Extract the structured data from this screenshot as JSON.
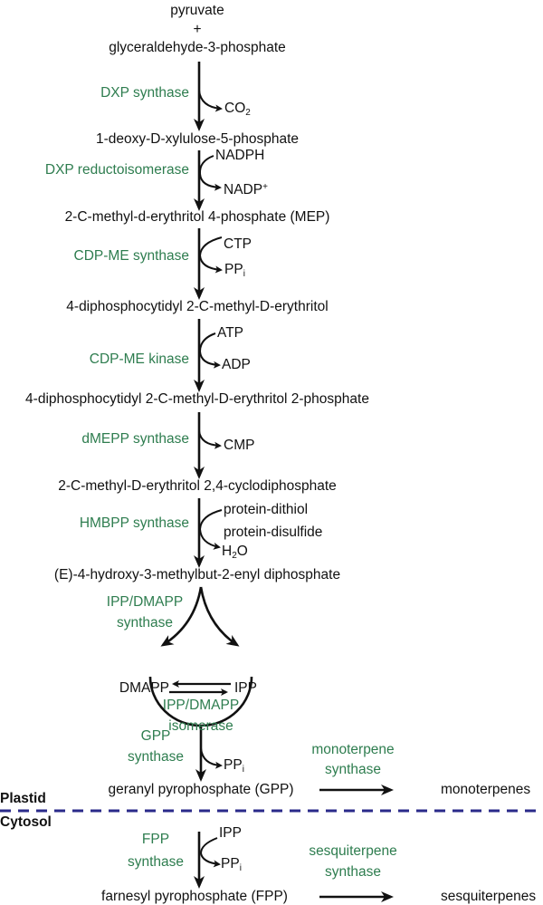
{
  "compounds": {
    "pyruvate": "pyruvate",
    "plus": "+",
    "g3p": "glyceraldehyde-3-phosphate",
    "dxp": "1-deoxy-D-xylulose-5-phosphate",
    "mep": "2-C-methyl-d-erythritol 4-phosphate (MEP)",
    "cdpme": "4-diphosphocytidyl 2-C-methyl-D-erythritol",
    "cdpmep": "4-diphosphocytidyl 2-C-methyl-D-erythritol 2-phosphate",
    "mecpp": "2-C-methyl-D-erythritol 2,4-cyclodiphosphate",
    "hmbpp": "(E)-4-hydroxy-3-methylbut-2-enyl diphosphate",
    "dmapp": "DMAPP",
    "ipp": "IPP",
    "gpp": "geranyl pyrophosphate (GPP)",
    "monoterpenes": "monoterpenes",
    "fpp": "farnesyl pyrophosphate (FPP)",
    "sesquiterpenes": "sesquiterpenes"
  },
  "enzymes": {
    "dxps": "DXP synthase",
    "dxr": "DXP reductoisomerase",
    "cdpmes": "CDP-ME synthase",
    "cdpmek": "CDP-ME kinase",
    "dmepps": "dMEPP synthase",
    "hmbpps": "HMBPP synthase",
    "ids1": "IPP/DMAPP",
    "ids2": "synthase",
    "idi1": "IPP/DMAPP",
    "idi2": "isomerase",
    "gpps1": "GPP",
    "gpps2": "synthase",
    "mts1": "monoterpene",
    "mts2": "synthase",
    "fpps1": "FPP",
    "fpps2": "synthase",
    "sts1": "sesquiterpene",
    "sts2": "synthase"
  },
  "cofactors": {
    "co2": "CO",
    "co2_sub": "2",
    "nadph": "NADPH",
    "nadp": "NADP",
    "nadp_sup": "+",
    "ctp": "CTP",
    "ppi1": "PP",
    "ppi1_sub": "i",
    "atp": "ATP",
    "adp": "ADP",
    "cmp": "CMP",
    "dithiol": "protein-dithiol",
    "disulfide": "protein-disulfide",
    "h2o_h": "H",
    "h2o_sub": "2",
    "h2o_o": "O",
    "ppi2": "PP",
    "ppi2_sub": "i",
    "ipp2": "IPP",
    "ppi3": "PP",
    "ppi3_sub": "i"
  },
  "compartments": {
    "plastid": "Plastid",
    "cytosol": "Cytosol"
  },
  "colors": {
    "enzyme": "#2e7d4f",
    "divider": "#2a2a8a"
  }
}
